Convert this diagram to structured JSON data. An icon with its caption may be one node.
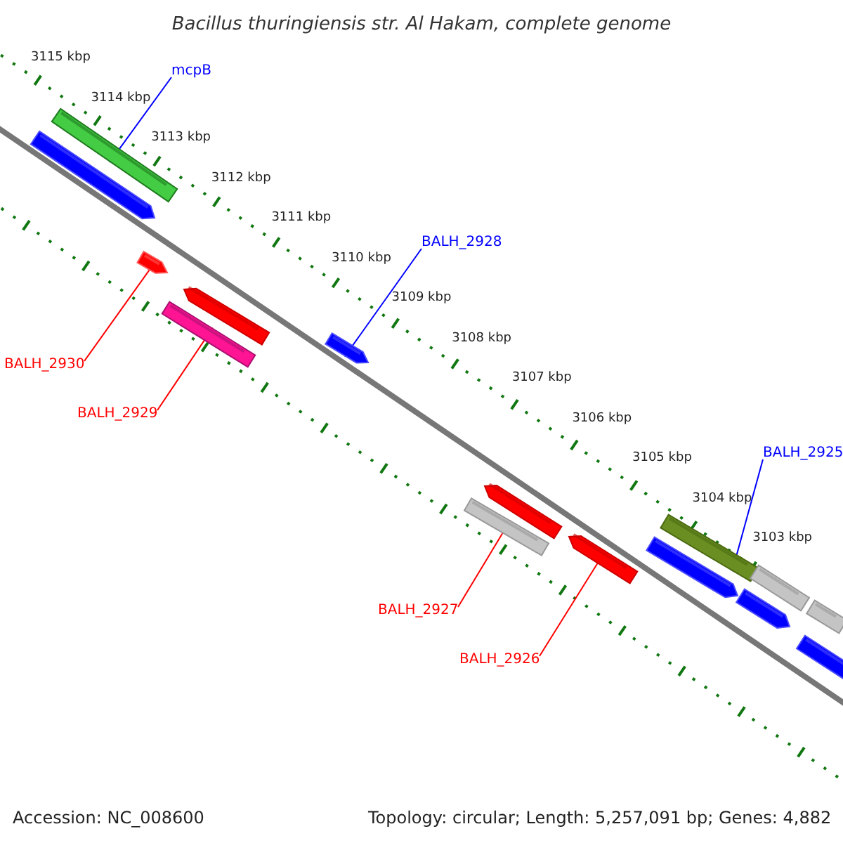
{
  "diagram": {
    "title": "Bacillus thuringiensis str. Al Hakam, complete genome",
    "nodes": [
      {
        "text": [
          "mcpB"
        ]
      },
      {
        "text": [
          "BALH_2928"
        ]
      },
      {
        "text": [
          "BALH_2930"
        ]
      },
      {
        "text": [
          "BALH_2929"
        ]
      },
      {
        "text": [
          "BALH_2925"
        ]
      },
      {
        "text": [
          "BALH_2927"
        ]
      },
      {
        "text": [
          "BALH_2926"
        ]
      },
      {
        "text": [],
        "shape": "bar"
      },
      {
        "text": [],
        "shape": "arrow"
      },
      {
        "text": [],
        "shape": "arrow"
      },
      {
        "text": [],
        "shape": "arrow"
      },
      {
        "text": [],
        "shape": "bar"
      },
      {
        "text": [],
        "shape": "arrow"
      },
      {
        "text": [],
        "shape": "arrow"
      },
      {
        "text": [],
        "shape": "bar"
      },
      {
        "text": [],
        "shape": "arrow"
      },
      {
        "text": [],
        "shape": "bar"
      },
      {
        "text": [],
        "shape": "arrow"
      },
      {
        "text": [],
        "shape": "bar"
      },
      {
        "text": [],
        "shape": "arrow"
      },
      {
        "text": [],
        "shape": "bar"
      },
      {
        "text": [],
        "shape": "arrow"
      }
    ],
    "edges": [
      {
        "from": 0,
        "to": 7,
        "arrow": "none",
        "color": "#0000ff"
      },
      {
        "from": 1,
        "to": 12,
        "arrow": "none",
        "color": "#0000ff"
      },
      {
        "from": 2,
        "to": 9,
        "arrow": "none"
      },
      {
        "from": 3,
        "to": 11,
        "arrow": "none"
      },
      {
        "from": 4,
        "to": 16,
        "arrow": "none",
        "color": "#0000ff"
      },
      {
        "from": 5,
        "to": 14,
        "arrow": "none"
      },
      {
        "from": 6,
        "to": 15,
        "arrow": "none"
      }
    ],
    "labels": [
      "3115 kbp",
      "3114 kbp",
      "3113 kbp",
      "3112 kbp",
      "3111 kbp",
      "3110 kbp",
      "3109 kbp",
      "3108 kbp",
      "3107 kbp",
      "3106 kbp",
      "3105 kbp",
      "3104 kbp",
      "3103 kbp",
      "Accession: NC_008600",
      "Topology: circular; Length: 5,257,091 bp; Genes: 4,882"
    ]
  }
}
